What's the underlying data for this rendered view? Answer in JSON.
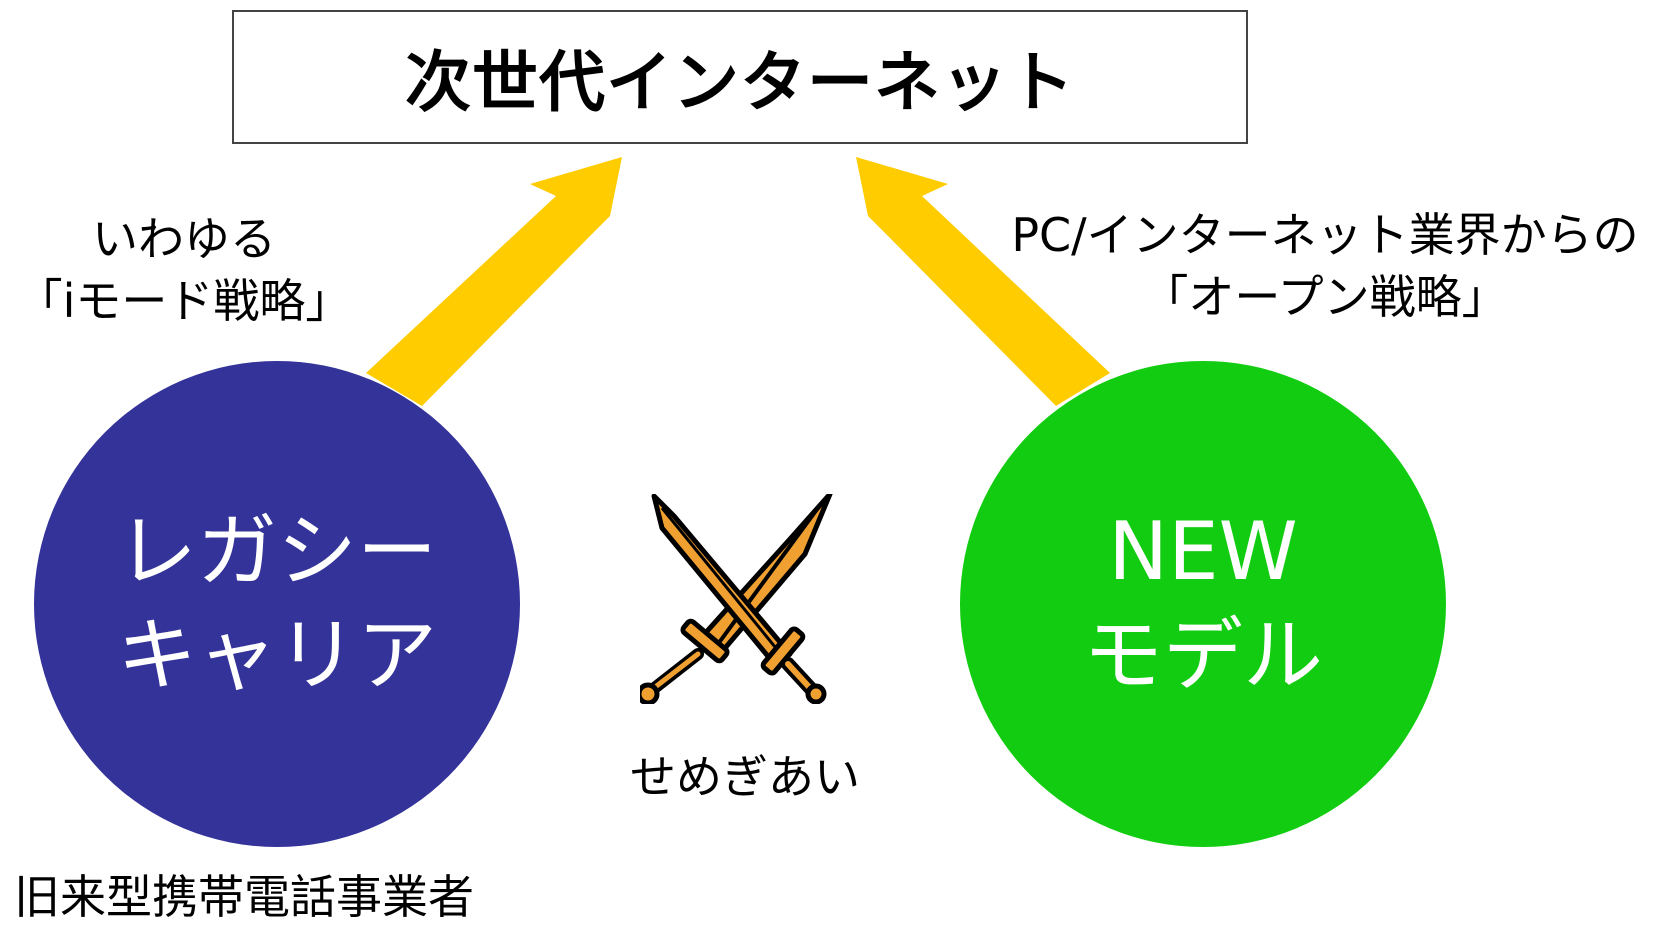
{
  "title": "次世代インターネット",
  "left_node": {
    "line1": "レガシー",
    "line2": "キャリア",
    "color": "#333399"
  },
  "right_node": {
    "line1": "NEW",
    "line2": "モデル",
    "color": "#11cc11"
  },
  "arrow_color": "#ffcc00",
  "left_label": {
    "line1": "いわゆる",
    "line2": "「iモード戦略」"
  },
  "right_label": {
    "line1": "PC/インターネット業界からの",
    "line2": "「オープン戦略」"
  },
  "center_icon": "crossed-swords-icon",
  "center_label": "せめぎあい",
  "bottom_label": "旧来型携帯電話事業者"
}
